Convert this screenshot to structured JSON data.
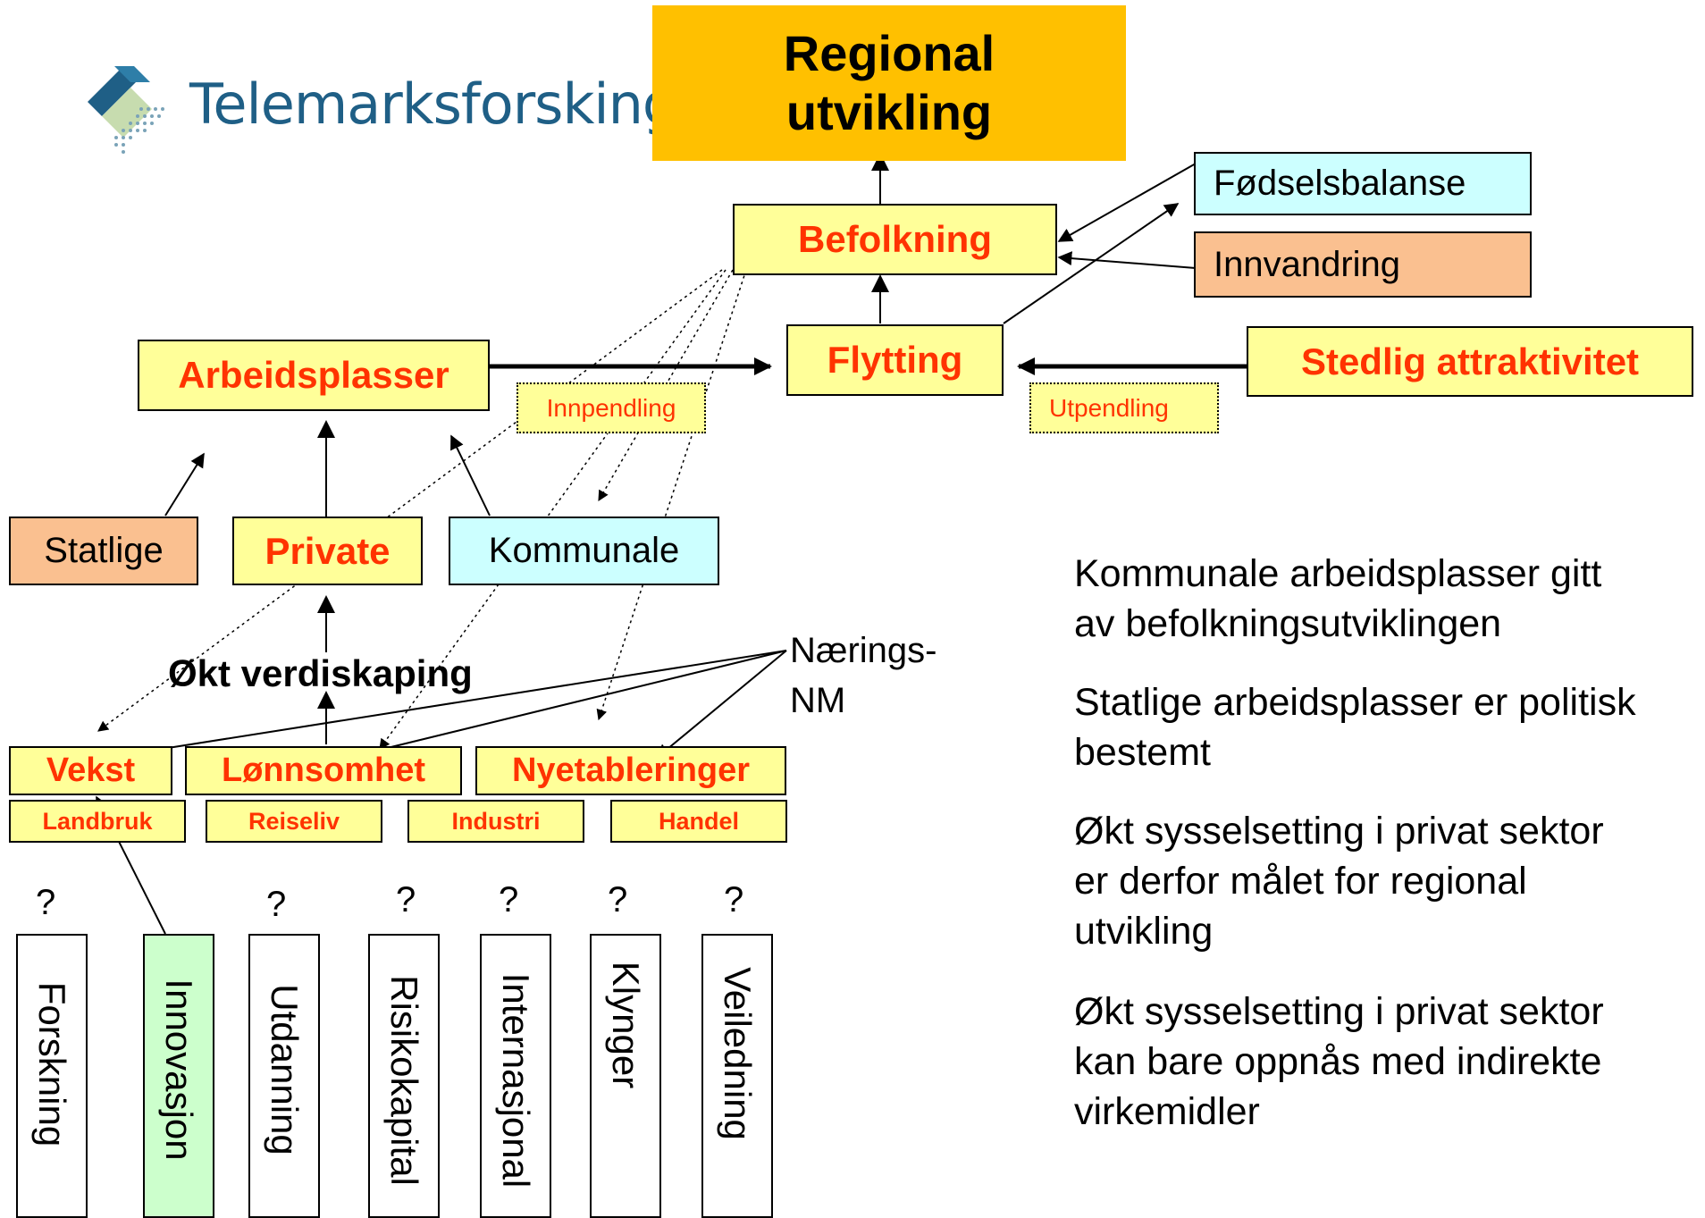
{
  "logo": {
    "text": "Telemarksforsking",
    "color": "#1f5f86"
  },
  "top": {
    "line1": "Regional",
    "line2": "utvikling",
    "color": "#ffc000"
  },
  "befolkning": "Befolkning",
  "fodselsbalanse": "Fødselsbalanse",
  "innvandring": "Innvandring",
  "flytting": "Flytting",
  "stedlig": "Stedlig attraktivitet",
  "arbeidsplasser": "Arbeidsplasser",
  "innpendling": "Innpendling",
  "utpendling": "Utpendling",
  "statlige": "Statlige",
  "private": "Private",
  "kommunale": "Kommunale",
  "okt": "Økt verdiskaping",
  "naerings1": "Nærings-",
  "naerings2": "NM",
  "vekst": "Vekst",
  "lonnsomhet": "Lønnsomhet",
  "nyetableringer": "Nyetableringer",
  "sectors": [
    "Landbruk",
    "Reiseliv",
    "Industri",
    "Handel"
  ],
  "question": "?",
  "factors": [
    "Forskning",
    "Innovasjon",
    "Utdanning",
    "Risikokapital",
    "Internasjonal",
    "Klynger",
    "Veiledning"
  ],
  "notes": {
    "n1a": "Kommunale arbeidsplasser gitt",
    "n1b": "av befolkningsutviklingen",
    "n2a": "Statlige arbeidsplasser er politisk",
    "n2b": "bestemt",
    "n3a": "Økt sysselsetting i privat sektor",
    "n3b": "er derfor målet for regional",
    "n3c": "utvikling",
    "n4a": "Økt sysselsetting i privat sektor",
    "n4b": "kan bare oppnås med indirekte",
    "n4c": "virkemidler"
  },
  "colors": {
    "yellow": "#ffff99",
    "peach": "#fac090",
    "cyan": "#ccffff",
    "green": "#ccffcc",
    "red": "#ff3300"
  }
}
